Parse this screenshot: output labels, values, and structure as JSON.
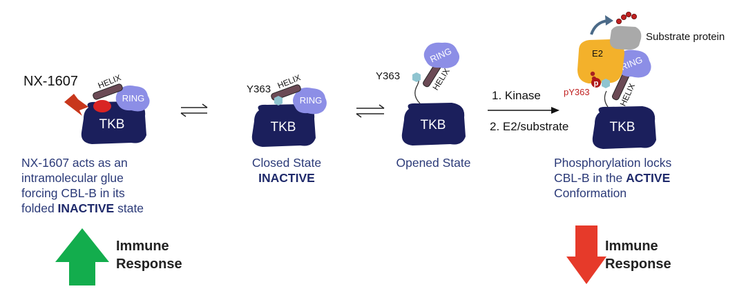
{
  "labels": {
    "drug": "NX-1607",
    "helix": "HELIX",
    "ring": "RING",
    "tkb": "TKB",
    "y363": "Y363",
    "py363": "pY363",
    "p": "p",
    "e2": "E2",
    "substrate": "Substrate protein",
    "step1": "1. Kinase",
    "step2": "2. E2/substrate"
  },
  "captions": {
    "glue": {
      "line1": "NX-1607 acts as an",
      "line2": "intramolecular glue",
      "line3": "forcing CBL-B in its",
      "line4_pre": "folded ",
      "line4_bold": "INACTIVE",
      "line4_post": " state"
    },
    "closed": {
      "line1": "Closed State",
      "line2": "INACTIVE"
    },
    "opened": {
      "line1": "Opened State"
    },
    "active": {
      "line1": "Phosphorylation locks",
      "line2_pre": "CBL-B in the ",
      "line2_bold": "ACTIVE",
      "line3": "Conformation"
    }
  },
  "immune": {
    "line1": "Immune",
    "line2": "Response"
  },
  "colors": {
    "tkb": "#1b1f5c",
    "ring": "#8c8ee6",
    "helix": "#6b4a55",
    "y363": "#8fc4d0",
    "e2": "#f3b12b",
    "substrate": "#a9a9a9",
    "drug_blob": "#d92424",
    "drug_arrow": "#c8371c",
    "up_arrow": "#13ad4d",
    "down_arrow": "#e63a2a",
    "phospho": "#b01818"
  }
}
